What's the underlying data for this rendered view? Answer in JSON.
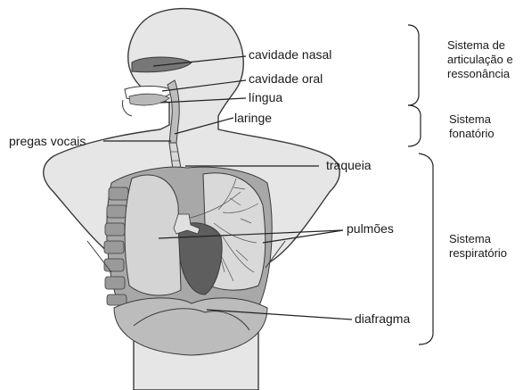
{
  "colors": {
    "outline": "#3a3a3a",
    "body_fill": "#e6e6e6",
    "lung_fill": "#d0d0d0",
    "heart_fill": "#5a5a5a",
    "ribs_fill": "#9a9a9a",
    "leader_line": "#222222",
    "bracket": "#222222"
  },
  "labels": {
    "cavidade_nasal": "cavidade nasal",
    "cavidade_oral": "cavidade oral",
    "lingua": "língua",
    "laringe": "laringe",
    "pregas_vocais": "pregas vocais",
    "traqueia": "traqueia",
    "pulmoes": "pulmões",
    "diafragma": "diafragma"
  },
  "systems": {
    "articulacao": [
      "Sistema de",
      "articulação e",
      "ressonância"
    ],
    "fonatorio": [
      "Sistema",
      "fonatório"
    ],
    "respiratorio": [
      "Sistema",
      "respiratório"
    ]
  }
}
